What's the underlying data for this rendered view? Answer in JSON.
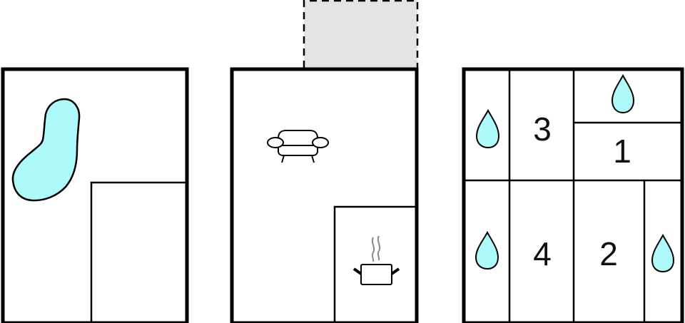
{
  "diagram": {
    "type": "floor-plan",
    "colors": {
      "wall": "#000000",
      "water": "#aefafa",
      "terrace": "#e4e4e4",
      "steam": "#888888",
      "background": "#ffffff"
    },
    "panels": [
      {
        "id": "floor-left",
        "features": [
          "pool-icon",
          "inner-room"
        ]
      },
      {
        "id": "floor-middle",
        "features": [
          "terrace-dashed-area",
          "sofa-icon",
          "kitchen-room",
          "cooking-pot-icon"
        ]
      },
      {
        "id": "floor-right",
        "rooms": [
          {
            "label": "3"
          },
          {
            "label": "1"
          },
          {
            "label": "4"
          },
          {
            "label": "2"
          }
        ],
        "bathroom_icons": 4
      }
    ]
  }
}
